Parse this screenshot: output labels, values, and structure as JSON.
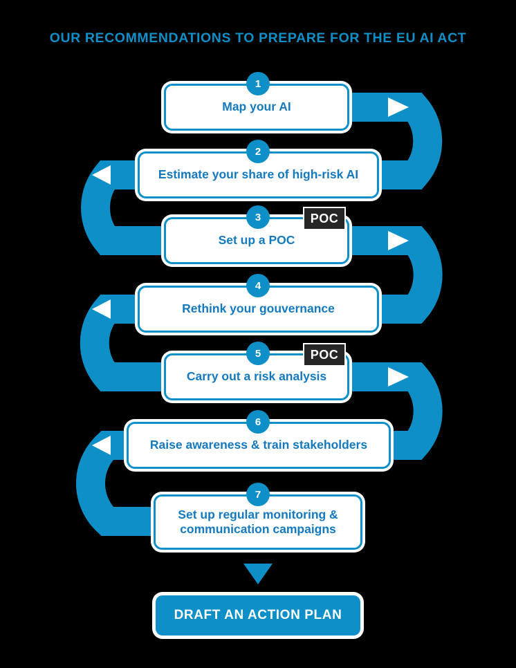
{
  "header": {
    "title": "OUR RECOMMENDATIONS TO PREPARE FOR THE EU AI ACT"
  },
  "colors": {
    "background": "#000000",
    "brand_blue": "#0E8FC8",
    "text_blue": "#1479BE",
    "box_fill": "#FFFFFF",
    "poc_tag_bg": "#262626",
    "poc_tag_text": "#FFFFFF"
  },
  "steps": [
    {
      "number": "1",
      "label": "Map your AI",
      "tag": null,
      "direction": "right",
      "arrow_icon": "play-right-icon"
    },
    {
      "number": "2",
      "label": "Estimate your share of high-risk AI",
      "tag": null,
      "direction": "left",
      "arrow_icon": "play-left-icon"
    },
    {
      "number": "3",
      "label": "Set up a POC",
      "tag": "POC",
      "direction": "right",
      "arrow_icon": "play-right-icon"
    },
    {
      "number": "4",
      "label": "Rethink your gouvernance",
      "tag": null,
      "direction": "left",
      "arrow_icon": "play-left-icon"
    },
    {
      "number": "5",
      "label": "Carry out a risk analysis",
      "tag": "POC",
      "direction": "right",
      "arrow_icon": "play-right-icon"
    },
    {
      "number": "6",
      "label": "Raise awareness & train stakeholders",
      "tag": null,
      "direction": "left",
      "arrow_icon": "play-left-icon"
    },
    {
      "number": "7",
      "label": "Set up regular monitoring &\ncommunication campaigns",
      "tag": null,
      "direction": "down",
      "arrow_icon": "triangle-down-icon"
    }
  ],
  "footer": {
    "arrow_icon": "triangle-down-icon",
    "cta_label": "DRAFT AN ACTION PLAN"
  }
}
